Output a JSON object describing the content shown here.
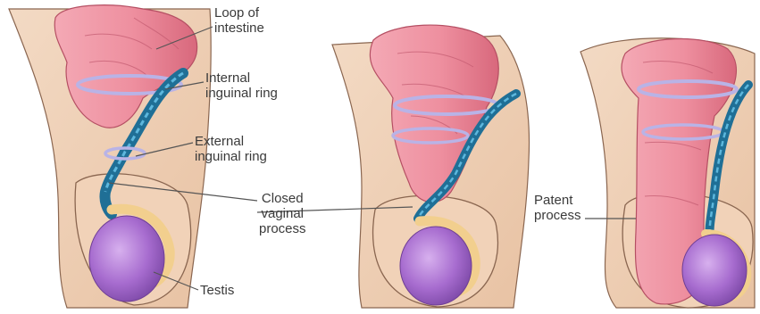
{
  "labels": {
    "loop_of_intestine": [
      "Loop of",
      "intestine"
    ],
    "internal_inguinal_ring": [
      "Internal",
      "inguinal ring"
    ],
    "external_inguinal_ring": [
      "External",
      "inguinal ring"
    ],
    "closed_vaginal_process": [
      "Closed",
      "vaginal",
      "process"
    ],
    "testis": [
      "Testis"
    ],
    "patent_process": [
      "Patent",
      "process"
    ]
  },
  "colors": {
    "skin": "#efcfb3",
    "skin_outline": "#8a6650",
    "intestine": "#ee8f9f",
    "intestine_dark": "#d8687c",
    "ring": "#b9b3e6",
    "cord": "#1f6f96",
    "cord_light": "#5db7dd",
    "testis": "#a76ccf",
    "testis_light": "#c99ae3",
    "epididymis": "#f2cf8e",
    "leader": "#555555"
  }
}
